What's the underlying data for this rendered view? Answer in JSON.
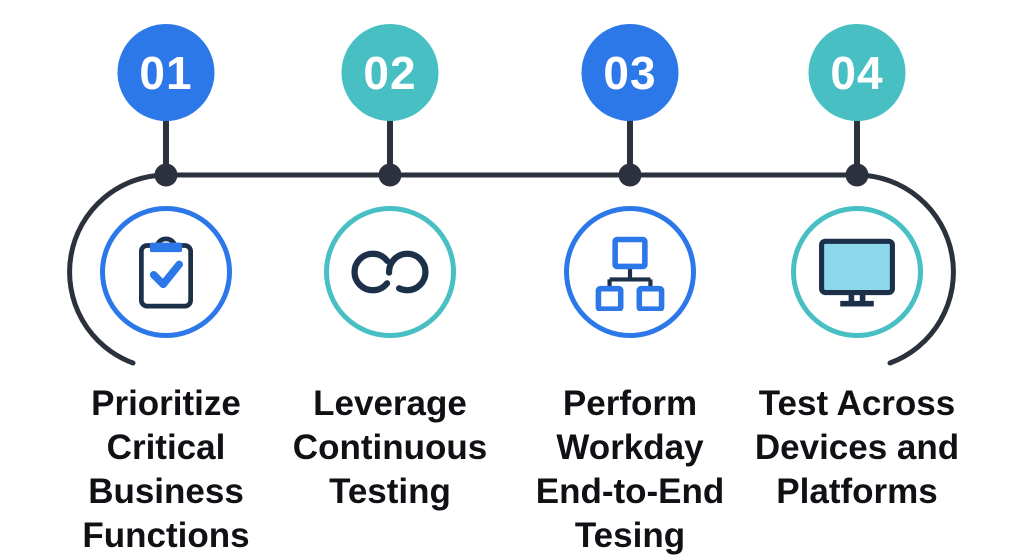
{
  "diagram": {
    "type": "numbered-steps-timeline",
    "step_count": 4
  },
  "colors": {
    "accent_blue": "#2d78e8",
    "accent_teal": "#48bfc3",
    "timeline_dark": "#2b323e",
    "icon_navy": "#1d3049",
    "monitor_screen_blue": "#8ed8ec",
    "label_text": "#0f1115",
    "number_text": "#ffffff",
    "background": "#ffffff"
  },
  "steps": [
    {
      "number": "01",
      "accent": "blue",
      "icon": "clipboard-check-icon",
      "label": "Prioritize Critical Business Functions",
      "lines": [
        "Prioritize",
        "Critical",
        "Business",
        "Functions"
      ]
    },
    {
      "number": "02",
      "accent": "teal",
      "icon": "infinity-loop-icon",
      "label": "Leverage Continuous Testing",
      "lines": [
        "Leverage",
        "Continuous",
        "Testing"
      ]
    },
    {
      "number": "03",
      "accent": "blue",
      "icon": "org-chart-icon",
      "label": "Perform Workday End-to-End Tesing",
      "lines": [
        "Perform",
        "Workday",
        "End-to-End",
        "Tesing"
      ]
    },
    {
      "number": "04",
      "accent": "teal",
      "icon": "monitor-icon",
      "label": "Test Across Devices and Platforms",
      "lines": [
        "Test Across",
        "Devices and",
        "Platforms"
      ]
    }
  ]
}
